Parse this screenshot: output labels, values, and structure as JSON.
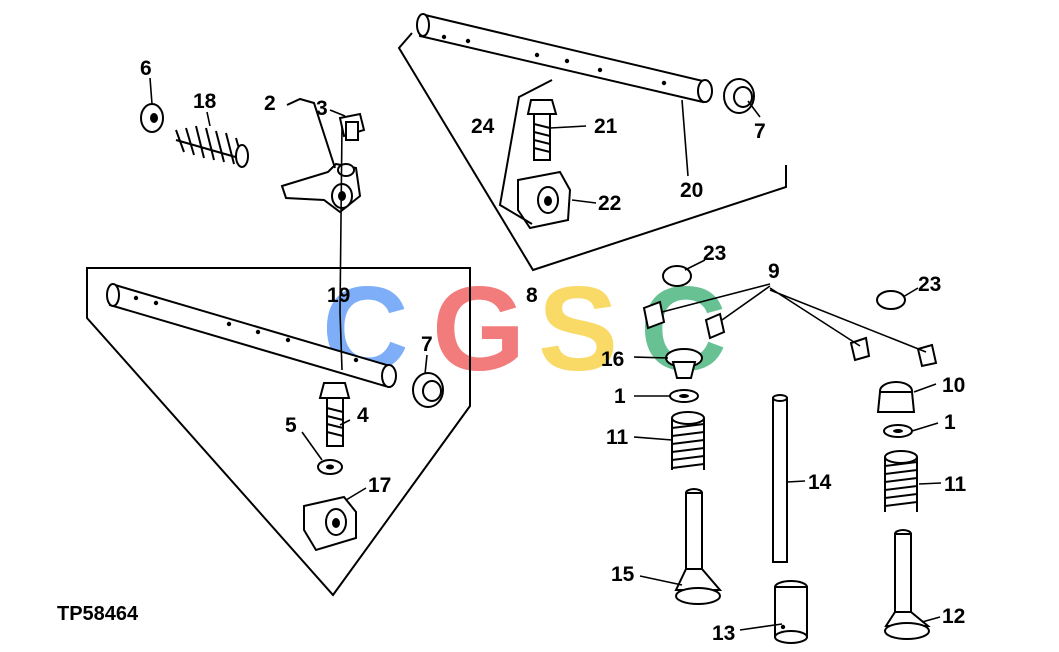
{
  "figure": {
    "code": "TP58464",
    "watermark": {
      "letters": [
        "C",
        "G",
        "S",
        "C"
      ],
      "colors": [
        "#4f8ff7",
        "#ee4b4b",
        "#f7cc2e",
        "#2faa6a"
      ]
    }
  },
  "callouts": {
    "c1a": "1",
    "c1b": "1",
    "c2": "2",
    "c3": "3",
    "c4": "4",
    "c5": "5",
    "c6": "6",
    "c7a": "7",
    "c7b": "7",
    "c8": "8",
    "c9": "9",
    "c10": "10",
    "c11a": "11",
    "c11b": "11",
    "c12": "12",
    "c13": "13",
    "c14": "14",
    "c15": "15",
    "c16": "16",
    "c17": "17",
    "c18": "18",
    "c19": "19",
    "c20": "20",
    "c21": "21",
    "c22": "22",
    "c23a": "23",
    "c23b": "23",
    "c24": "24"
  }
}
